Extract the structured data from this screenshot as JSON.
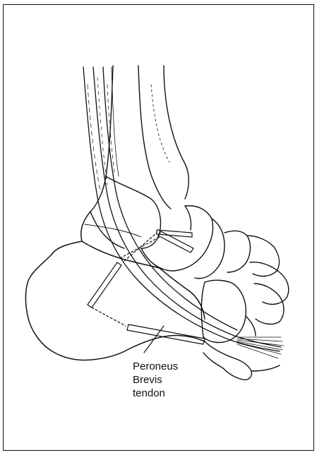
{
  "figure": {
    "callout_lines": [
      "Peroneus",
      "Brevis",
      "tendon"
    ]
  },
  "colors": {
    "ink": "#111111",
    "background": "#ffffff"
  }
}
